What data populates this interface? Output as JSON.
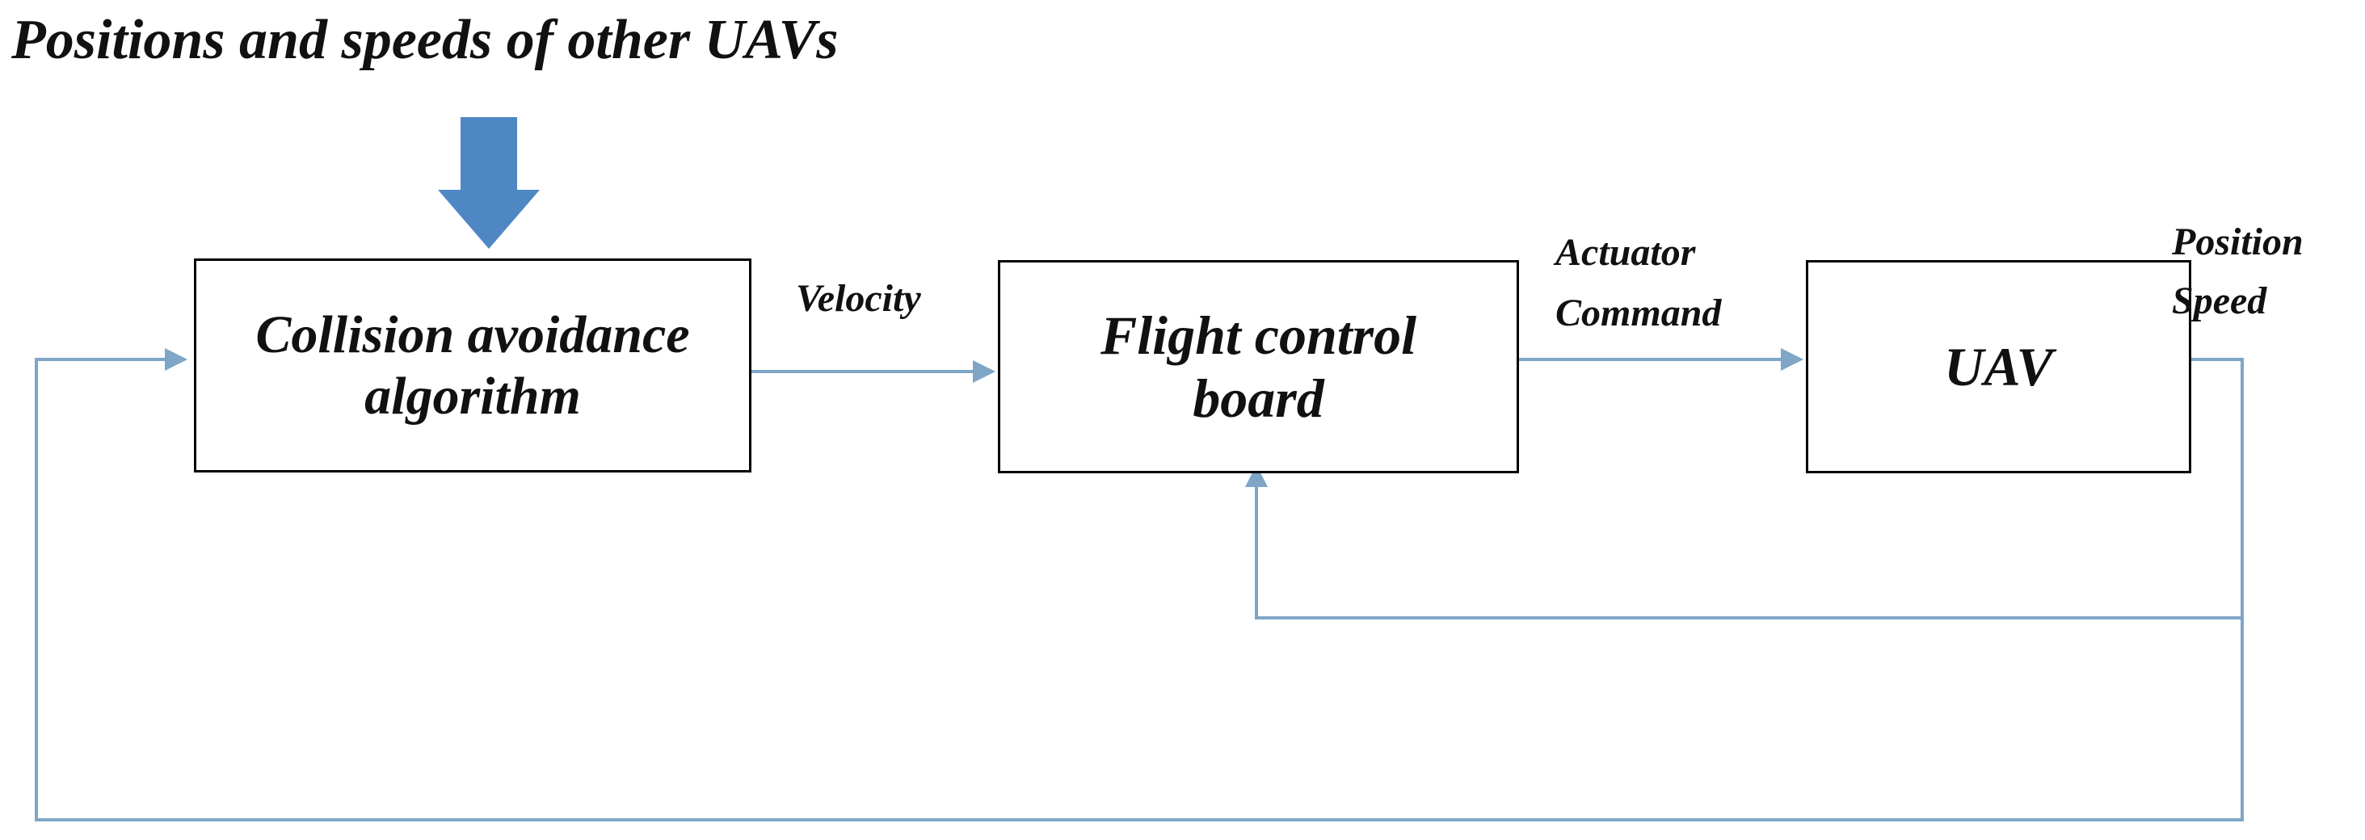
{
  "diagram": {
    "input_label": "Positions and speeds of other UAVs",
    "blocks": {
      "collision_avoidance": {
        "line1": "Collision avoidance",
        "line2": "algorithm"
      },
      "flight_control": {
        "line1": "Flight control",
        "line2": "board"
      },
      "uav": {
        "label": "UAV"
      }
    },
    "edge_labels": {
      "velocity": "Velocity",
      "actuator_line1": "Actuator",
      "actuator_line2": "Command",
      "position": "Position",
      "speed": "Speed"
    },
    "colors": {
      "line": "#7fa6c6",
      "input_arrow": "#4f87c4",
      "box_border": "#000000",
      "text": "#111111"
    }
  }
}
